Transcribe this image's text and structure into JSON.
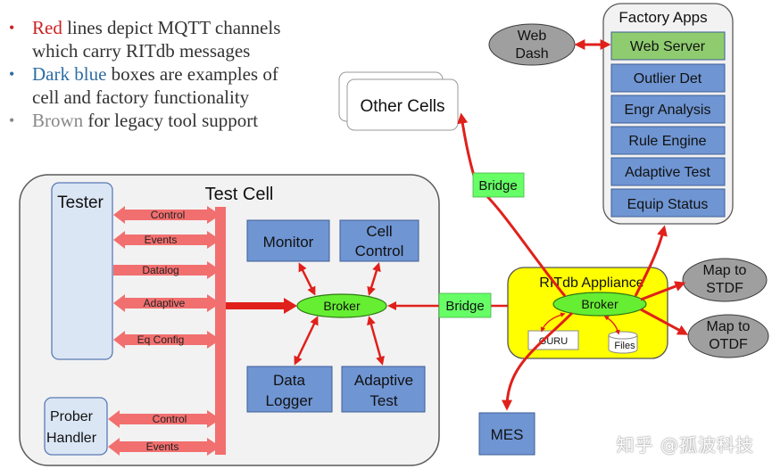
{
  "legend": [
    {
      "highlight": "Red",
      "rest": " lines depict MQTT channels",
      "cont": "which carry RITdb messages",
      "color": "#cc2222",
      "bullet_color": "#cc2222"
    },
    {
      "highlight": "Dark blue",
      "rest": " boxes are examples of",
      "cont": "cell and factory functionality",
      "color": "#2e6da4",
      "bullet_color": "#2e6da4"
    },
    {
      "highlight": "Brown",
      "rest": " for legacy tool support",
      "cont": "",
      "color": "#888888",
      "bullet_color": "#888888"
    }
  ],
  "web_dash": {
    "line1": "Web",
    "line2": "Dash"
  },
  "factory_apps": {
    "title": "Factory Apps",
    "items": [
      "Web Server",
      "Outlier Det",
      "Engr Analysis",
      "Rule Engine",
      "Adaptive Test",
      "Equip Status"
    ]
  },
  "other_cells": "Other Cells",
  "bridge_top": "Bridge",
  "bridge_mid": "Bridge",
  "test_cell": {
    "title": "Test Cell",
    "tester": "Tester",
    "prober_line1": "Prober",
    "prober_line2": "Handler",
    "tester_arrows": [
      "Control",
      "Events",
      "Datalog",
      "Adaptive",
      "Eq Config"
    ],
    "prober_arrows": [
      "Control",
      "Events"
    ],
    "monitor": "Monitor",
    "cell_control_line1": "Cell",
    "cell_control_line2": "Control",
    "broker": "Broker",
    "data_logger_line1": "Data",
    "data_logger_line2": "Logger",
    "adaptive_line1": "Adaptive",
    "adaptive_line2": "Test"
  },
  "appliance": {
    "title": "RITdb Appliance",
    "broker": "Broker",
    "guru": "GURU",
    "files": "Files"
  },
  "map_stdf": {
    "line1": "Map to",
    "line2": "STDF"
  },
  "map_otdf": {
    "line1": "Map to",
    "line2": "OTDF"
  },
  "mes": "MES",
  "watermark": "知乎 @孤波科技",
  "colors": {
    "red": "#e0201b",
    "pink_arrow": "#f26f6f",
    "blue_box": "#6f95d3",
    "green": "#66ff66",
    "web_server": "#8fcc70",
    "yellow": "#ffff00",
    "gray_ellipse": "#9f9f9f",
    "panel": "#f2f2f2"
  }
}
